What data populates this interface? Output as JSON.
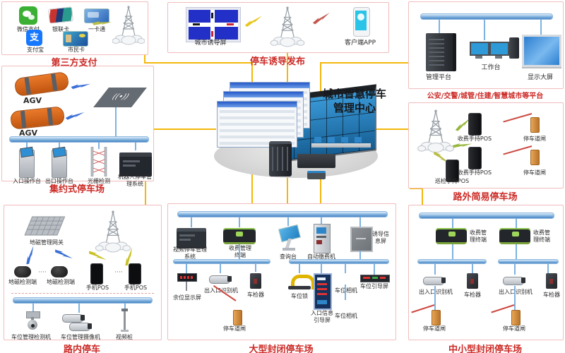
{
  "center": {
    "title": "城市智慧停车管理中心"
  },
  "sections": {
    "payment": {
      "title": "第三方支付",
      "wechat": "微信支付",
      "unionpay": "银联卡",
      "yikatong": "一卡通",
      "alipay": "支付宝",
      "alipay_glyph": "支",
      "citizen": "市民卡"
    },
    "guidance": {
      "title": "停车诱导发布",
      "screen": "城市诱导屏",
      "app": "客户端APP"
    },
    "gov": {
      "title": "公安/交警/城管/住建/智慧城市等平台",
      "platform": "管理平台",
      "workstation": "工作台",
      "bigscreen": "显示大屏"
    },
    "intensive": {
      "title": "集约式停车场",
      "agv1": "AGV",
      "agv2": "AGV",
      "entry": "入口操作台",
      "exit": "出口操作台",
      "grating": "光栅检测",
      "robot": "机器人停车管理系统"
    },
    "simple": {
      "title": "路外简易停车场",
      "pos1": "收费手持POS",
      "gate1": "停车道闸",
      "pos2": "收费手持POS",
      "gate2": "停车道闸",
      "patrol": "巡检手持POS"
    },
    "onstreet": {
      "title": "路内停车",
      "gateway": "地磁管理网关",
      "mag1": "地磁检测端",
      "dots1": "····",
      "mag2": "地磁检测端",
      "pos1": "手机POS",
      "dots2": "····",
      "pos2": "手机POS",
      "ptz": "车位管理检测机",
      "cam": "车位管理摄像机",
      "pole": "视频桩"
    },
    "large": {
      "title": "大型封闭停车场",
      "mgmt": "视频停车管理系统",
      "toll": "收费管理终端",
      "kiosk": "查询台",
      "autopay": "自动缴费机",
      "panel": "诱导信息屏",
      "remain": "余位显示屏",
      "anpr": "出入口识别机",
      "detector": "车检器",
      "gate": "停车道闸",
      "lock": "车位锁",
      "entry_screen": "入口信息引导屏",
      "cam1": "车位相机",
      "cam2": "车位相机",
      "guide_bar": "车位引导屏"
    },
    "small": {
      "title": "中小型封闭停车场",
      "toll1": "收费管理终端",
      "toll2": "收费管理终端",
      "anpr1": "出入口识别机",
      "det1": "车检器",
      "gate1": "停车道闸",
      "anpr2": "出入口识别机",
      "det2": "车检器",
      "gate2": "停车道闸"
    }
  }
}
